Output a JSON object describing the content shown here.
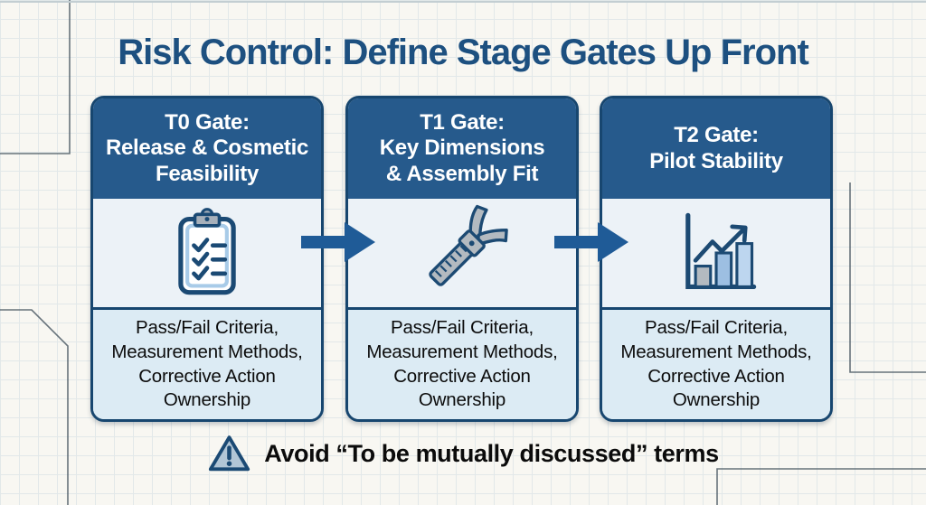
{
  "title": "Risk Control: Define Stage Gates Up Front",
  "cards": [
    {
      "id": "t0-gate",
      "header": "T0 Gate:\nRelease & Cosmetic\nFeasibility",
      "icon": "checklist-clipboard-icon",
      "body": "Pass/Fail Criteria,\nMeasurement Methods,\nCorrective Action\nOwnership"
    },
    {
      "id": "t1-gate",
      "header": "T1 Gate:\nKey Dimensions\n& Assembly Fit",
      "icon": "caliper-icon",
      "body": "Pass/Fail Criteria,\nMeasurement Methods,\nCorrective Action\nOwnership"
    },
    {
      "id": "t2-gate",
      "header": "T2 Gate:\nPilot Stability",
      "icon": "growth-chart-icon",
      "body": "Pass/Fail Criteria,\nMeasurement Methods,\nCorrective Action\nOwnership"
    }
  ],
  "note": {
    "icon": "warning-triangle-icon",
    "text": "Avoid “To be mutually discussed” terms"
  },
  "colors": {
    "title_blue": "#1d5080",
    "header_blue": "#265a8c",
    "border_navy": "#17466f",
    "arrow_blue": "#1f5b97",
    "icon_section_bg": "#ecf2f7",
    "body_section_bg": "#dcebf4",
    "paper_bg": "#f8f7f2"
  }
}
